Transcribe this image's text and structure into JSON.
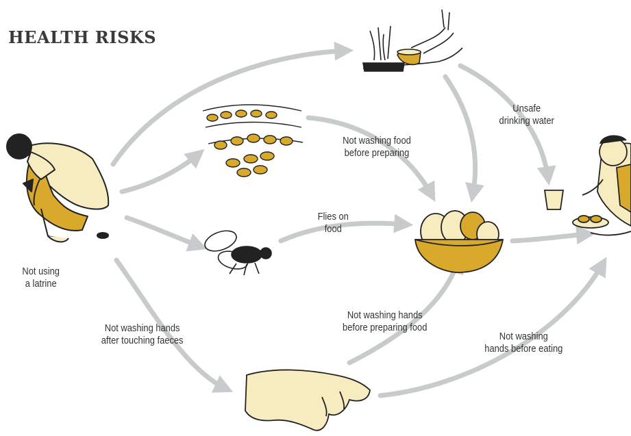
{
  "title": "HEALTH RISKS",
  "labels": {
    "no_latrine": [
      "Not using",
      "a latrine"
    ],
    "hands_faeces": [
      "Not washing hands",
      "after touching faeces"
    ],
    "food_prep": [
      "Not washing food",
      "before preparing"
    ],
    "flies": [
      "Flies on",
      "food"
    ],
    "water": [
      "Unsafe",
      "drinking water"
    ],
    "hands_prep": [
      "Not washing hands",
      "before preparing food"
    ],
    "hands_eat": [
      "Not washing",
      "hands before eating"
    ]
  },
  "colors": {
    "arrow": "#c8cbcb",
    "skin": "#f7ecbf",
    "gold": "#d9a92c",
    "ink": "#222222"
  }
}
